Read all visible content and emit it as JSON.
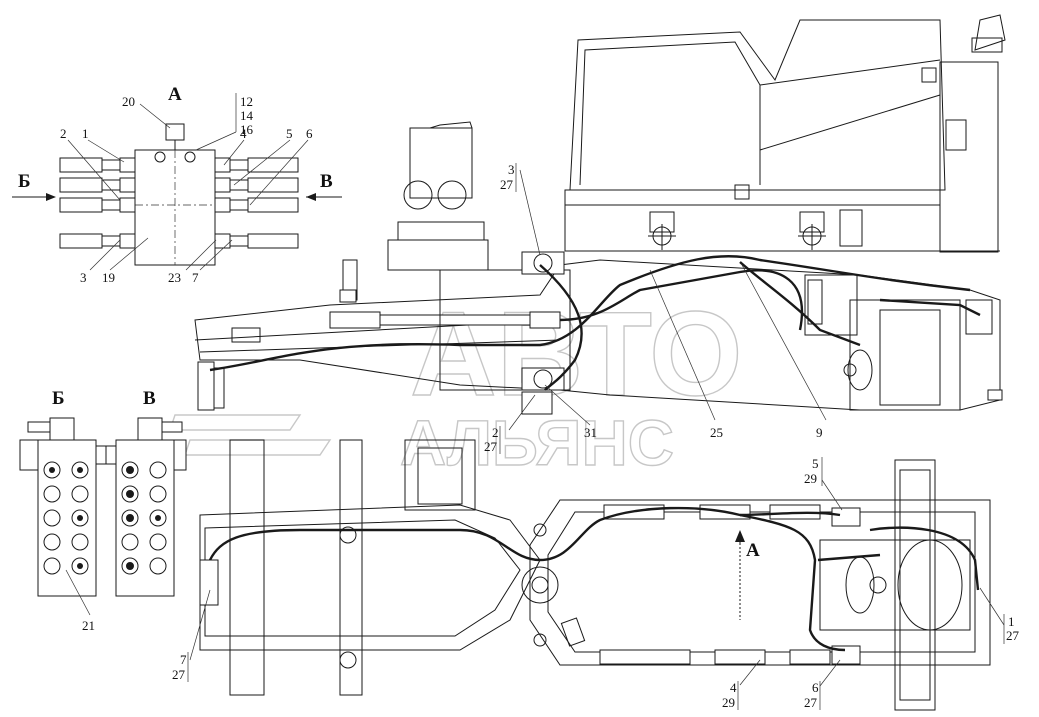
{
  "view_labels": {
    "a_top": "А",
    "b_left": "Б",
    "v_right": "В",
    "b_side": "Б",
    "v_side": "В",
    "a_arrow": "А"
  },
  "callouts": {
    "c20": "20",
    "c12": "12",
    "c14": "14",
    "c16": "16",
    "c2": "2",
    "c1": "1",
    "c4": "4",
    "c5": "5",
    "c6": "6",
    "c3": "3",
    "c19": "19",
    "c23": "23",
    "c7": "7",
    "c21": "21",
    "top3": "3",
    "top27": "27",
    "mid2": "2",
    "mid27": "27",
    "c31": "31",
    "c25": "25",
    "c9": "9",
    "r5": "5",
    "r29": "29",
    "r1": "1",
    "r27": "27",
    "b4": "4",
    "b29": "29",
    "b6": "6",
    "b27": "27",
    "l7": "7",
    "l27": "27"
  },
  "watermark": {
    "line1": "АВТО",
    "line2": "АЛЬЯНС"
  }
}
